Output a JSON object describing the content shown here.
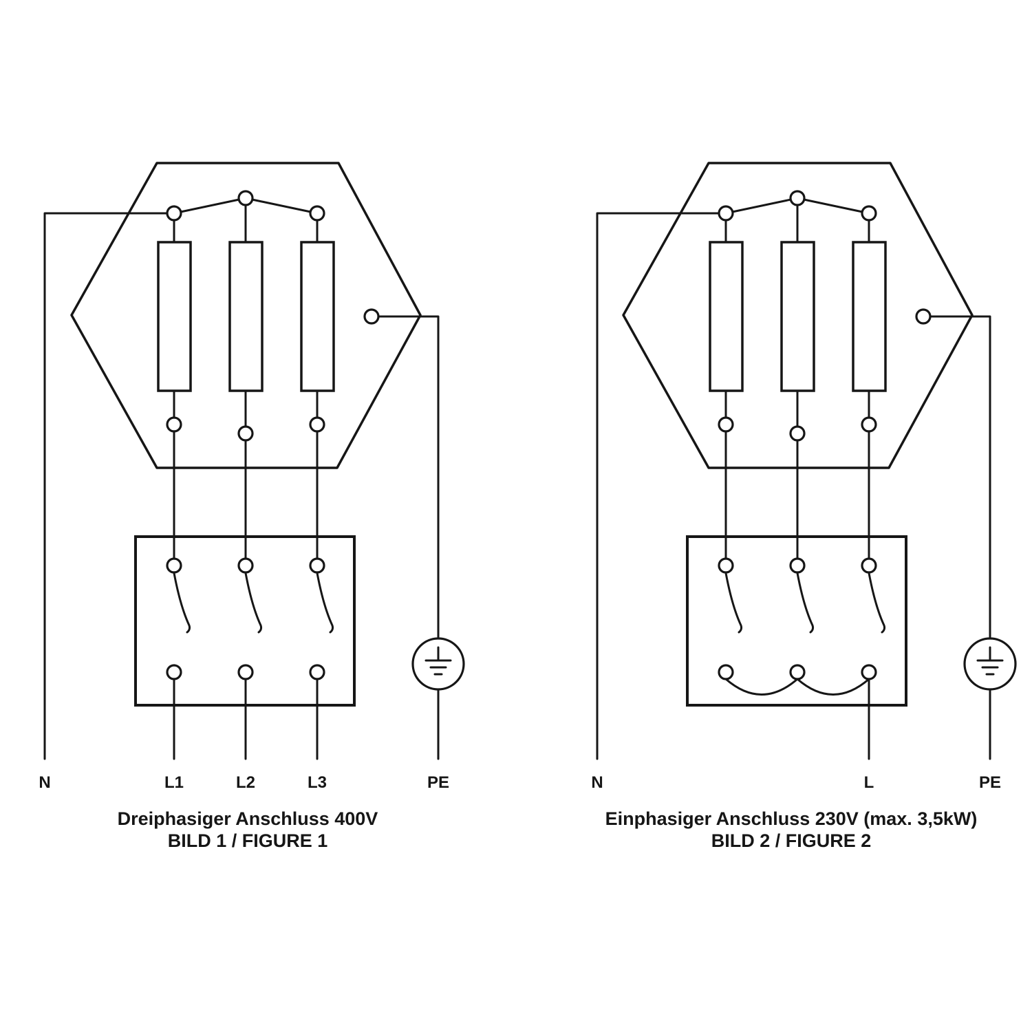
{
  "colors": {
    "ink": "#161616",
    "background": "#ffffff"
  },
  "figure1": {
    "caption_line1": "Dreiphasiger Anschluss 400V",
    "caption_line2": "BILD 1 / FIGURE 1",
    "terminals": {
      "n": "N",
      "l1": "L1",
      "l2": "L2",
      "l3": "L3",
      "pe": "PE"
    }
  },
  "figure2": {
    "caption_line1": "Einphasiger Anschluss 230V (max. 3,5kW)",
    "caption_line2": "BILD 2 / FIGURE 2",
    "terminals": {
      "n": "N",
      "l": "L",
      "pe": "PE"
    }
  },
  "icons": {
    "earth_ground": "earth-ground-symbol",
    "heating_element": "resistive-heating-element",
    "switch_contact": "open-switch-contact"
  }
}
